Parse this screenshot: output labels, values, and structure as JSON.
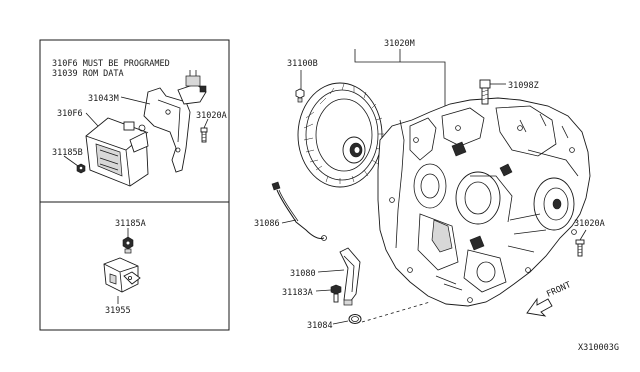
{
  "diagram_id": "X310003G",
  "note": {
    "line1": "310F6 MUST BE PROGRAMED",
    "line2": "31039 ROM DATA"
  },
  "direction_label": "FRONT",
  "callouts": {
    "c31043M": "31043M",
    "c310F6": "310F6",
    "c31020A_top": "31020A",
    "c31185B": "31185B",
    "c31185A": "31185A",
    "c31955": "31955",
    "c31020M": "31020M",
    "c31100B": "31100B",
    "c31098Z": "31098Z",
    "c31086": "31086",
    "c31020A_right": "31020A",
    "c31080": "31080",
    "c31183A": "31183A",
    "c31084": "31084"
  }
}
